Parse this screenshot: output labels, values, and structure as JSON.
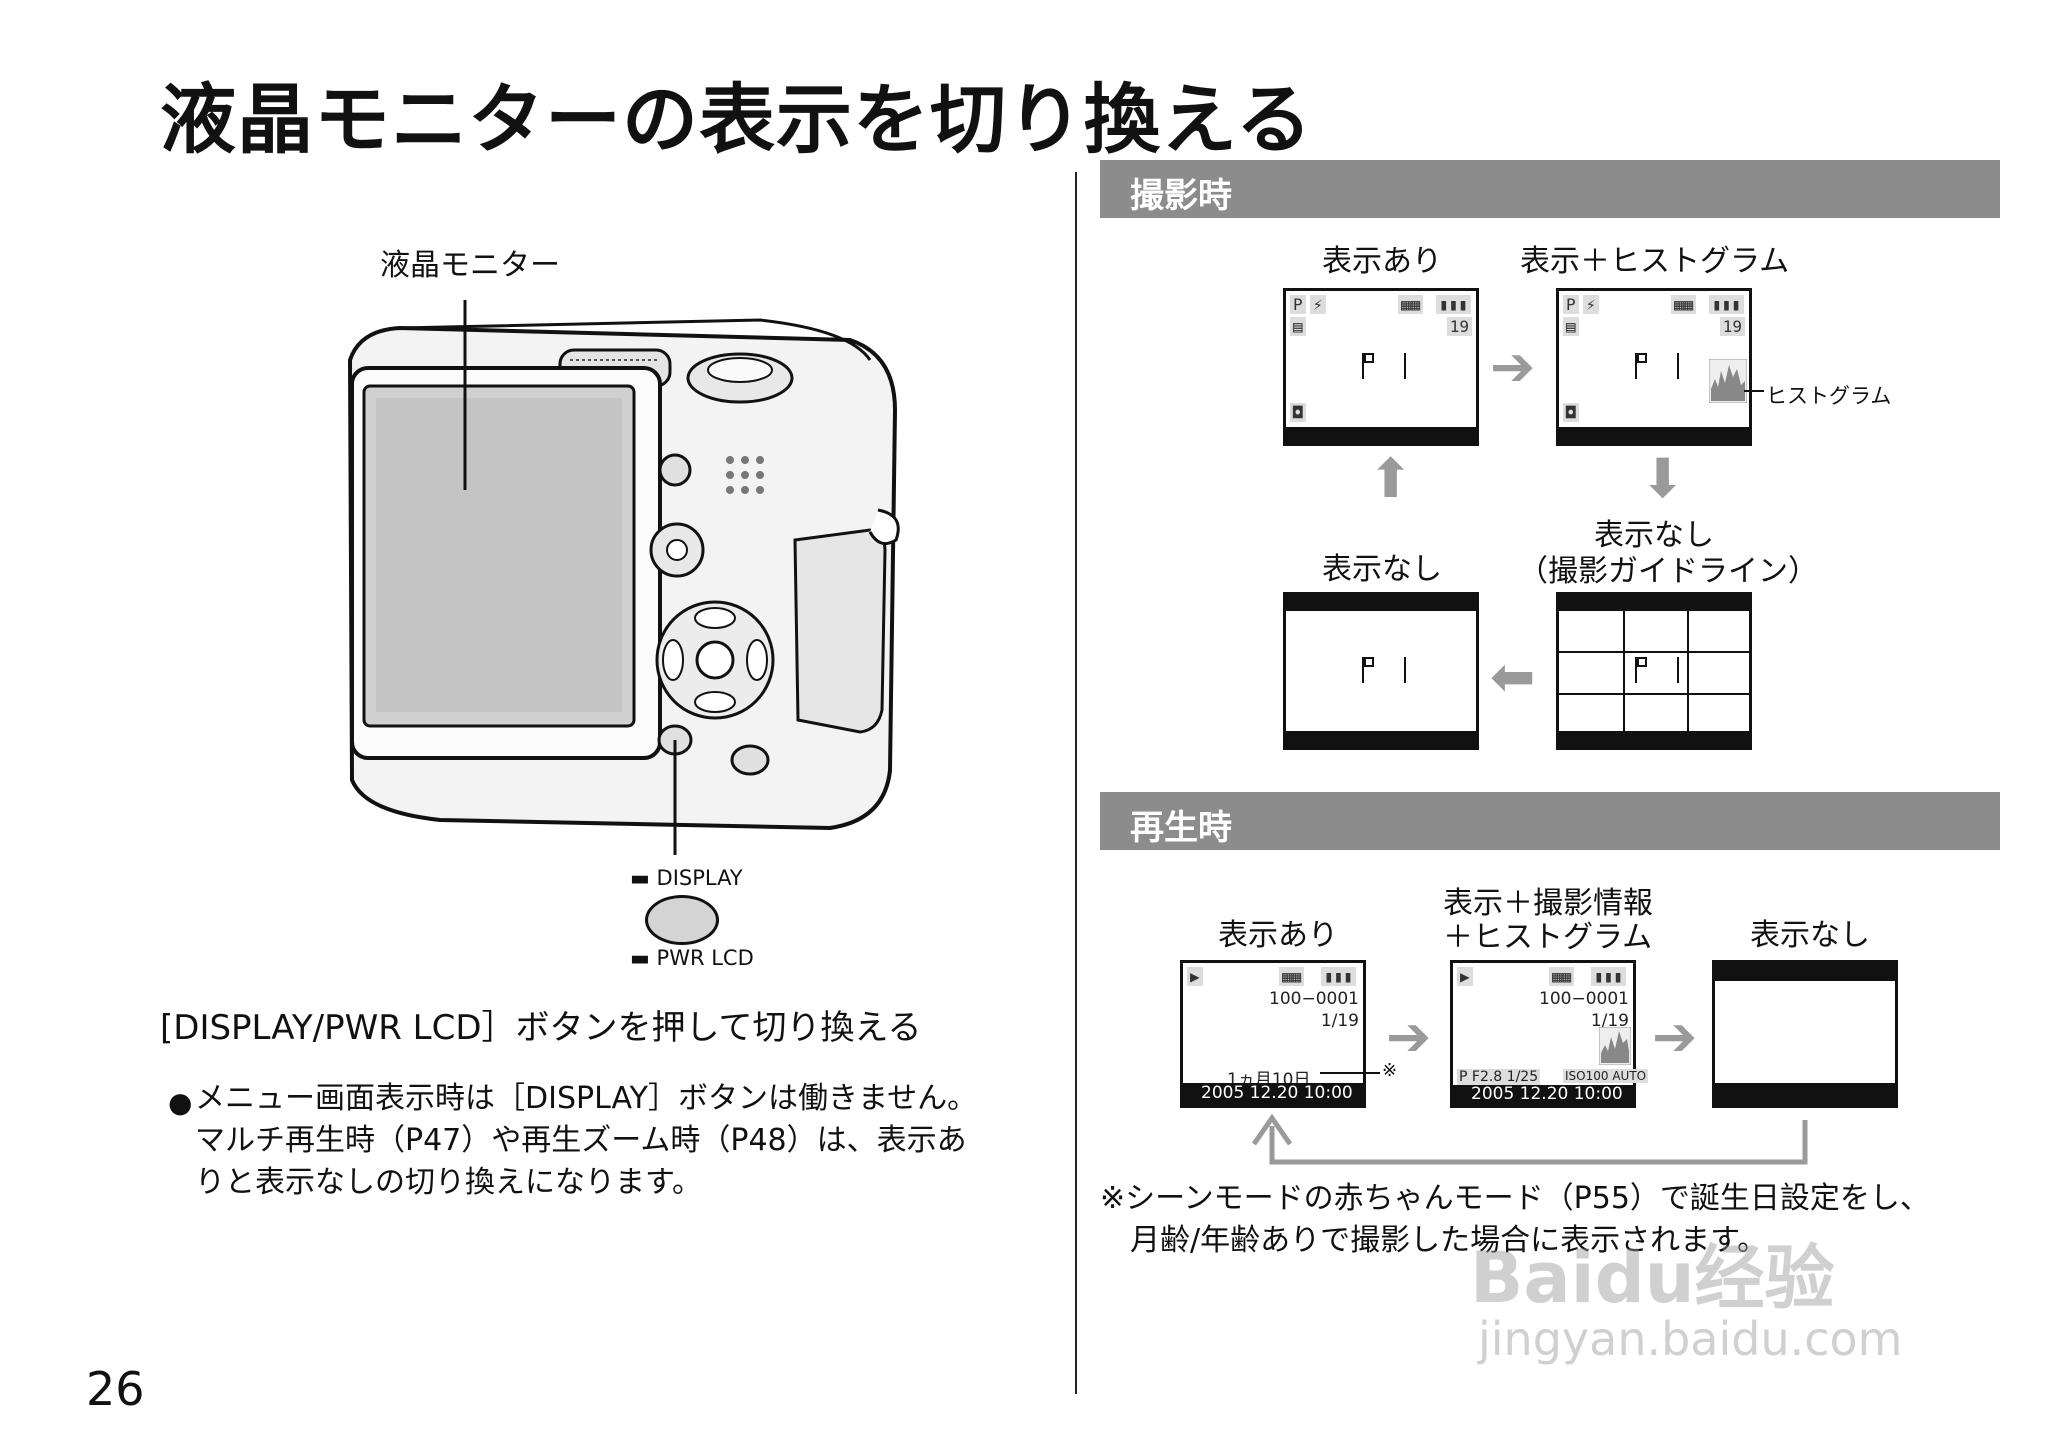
{
  "title": "液晶モニターの表示を切り換える",
  "page_number": "26",
  "left": {
    "monitor_label": "液晶モニター",
    "display_label": "DISPLAY",
    "pwr_lcd_label": "PWR LCD",
    "instruction": "[DISPLAY/PWR LCD］ボタンを押して切り換える",
    "bullet_lines": [
      "メニュー画面表示時は［DISPLAY］ボタンは働きません。",
      "マルチ再生時（P47）や再生ズーム時（P48）は、表示あ",
      "りと表示なしの切り換えになります。"
    ]
  },
  "shooting": {
    "header": "撮影時",
    "screens": [
      {
        "label": "表示あり"
      },
      {
        "label": "表示＋ヒストグラム"
      },
      {
        "label": "表示なし"
      },
      {
        "label_line1": "表示なし",
        "label_line2": "（撮影ガイドライン）"
      }
    ],
    "histogram_callout": "ヒストグラム",
    "screen_texts": {
      "mode": "P",
      "count": "19"
    }
  },
  "playback": {
    "header": "再生時",
    "screens": [
      {
        "label": "表示あり"
      },
      {
        "label_line1": "表示＋撮影情報",
        "label_line2": "＋ヒストグラム"
      },
      {
        "label": "表示なし"
      }
    ],
    "file_no": "100−0001",
    "frame_count": "1/19",
    "age": "1ヵ月10日",
    "datetime": "2005  12.20  10:00",
    "exposure": "P  F2.8  1/25",
    "iso": "ISO100  AUTO",
    "note_mark": "※",
    "note_lines": [
      "※シーンモードの赤ちゃんモード（P55）で誕生日設定をし、",
      "月齢/年齢ありで撮影した場合に表示されます。"
    ]
  },
  "watermark": {
    "line1": "Baidu经验",
    "line2": "jingyan.baidu.com"
  }
}
